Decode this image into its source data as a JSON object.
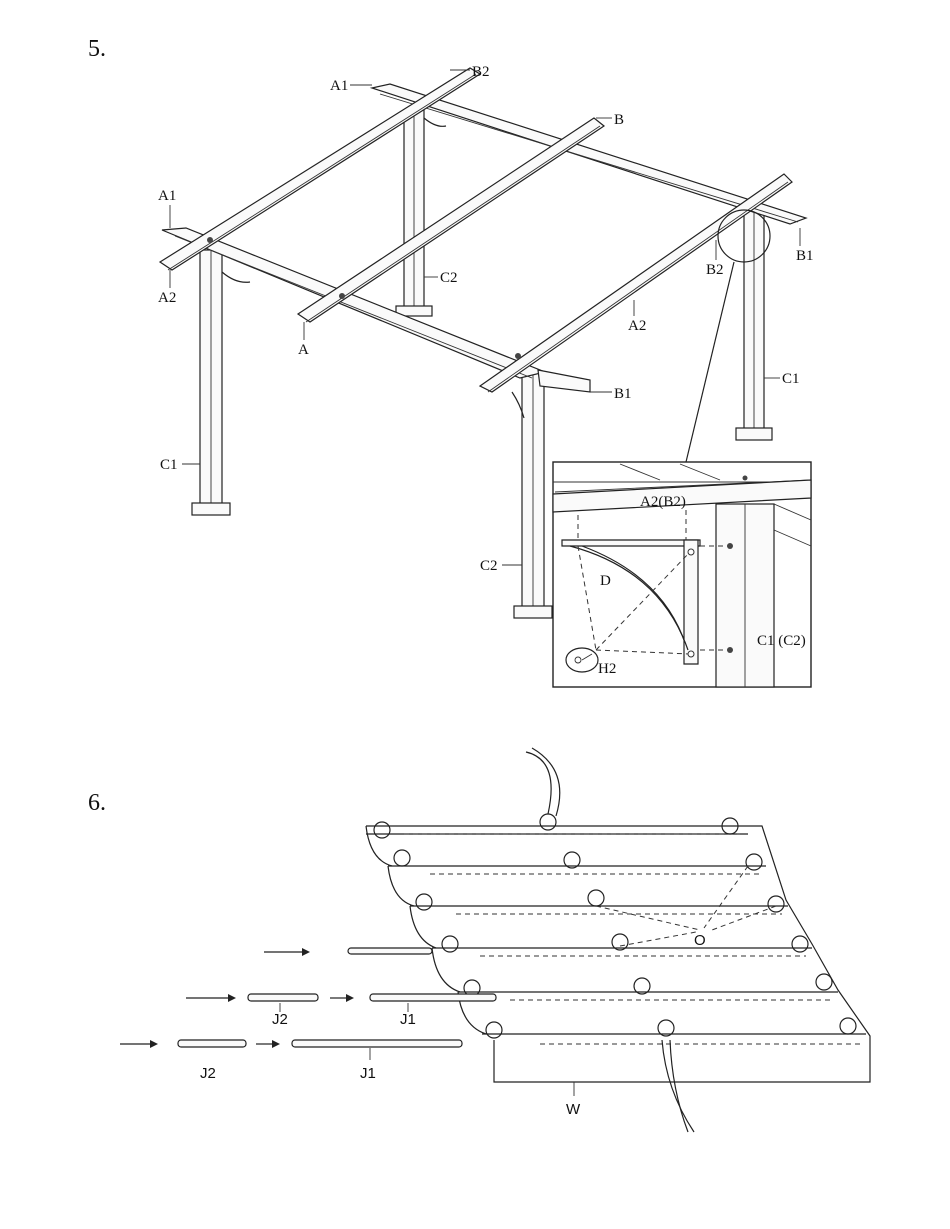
{
  "steps": [
    {
      "number": "5.",
      "labels": {
        "a1_top": "A1",
        "b2_top": "B2",
        "b_top": "B",
        "a1_left": "A1",
        "a2_left": "A2",
        "c2_mid": "C2",
        "a_front": "A",
        "b2_right": "B2",
        "b1_right": "B1",
        "a2_mid": "A2",
        "c1_right": "C1",
        "b1_front": "B1",
        "c1_left": "C1",
        "c2_front": "C2"
      },
      "detail": {
        "beam_label": "A2(B2)",
        "bracket_label": "D",
        "post_label": "C1 (C2)",
        "bolt_label": "H2"
      }
    },
    {
      "number": "6.",
      "labels": {
        "clip_group": "O",
        "j2_mid": "J2",
        "j1_mid": "J1",
        "j2_low": "J2",
        "j1_low": "J1",
        "canopy": "W"
      }
    }
  ]
}
